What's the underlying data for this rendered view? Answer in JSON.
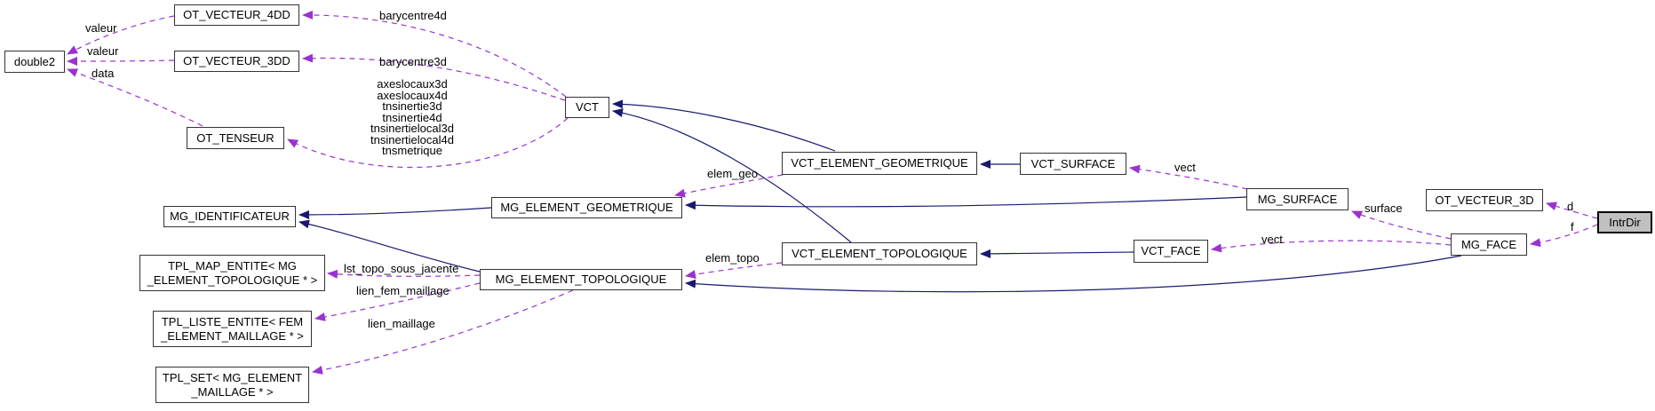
{
  "diagram_type": "collaboration-graph",
  "colors": {
    "inheritance_arrow": "#191970",
    "usage_arrow": "#9a32cd",
    "node_border": "#333333",
    "node_background": "#ffffff",
    "focus_node_background": "#c0c0c0",
    "label_text": "#000000"
  },
  "nodes": {
    "double2": {
      "label": "double2"
    },
    "ot_vecteur_4dd": {
      "label": "OT_VECTEUR_4DD"
    },
    "ot_vecteur_3dd": {
      "label": "OT_VECTEUR_3DD"
    },
    "ot_tenseur": {
      "label": "OT_TENSEUR"
    },
    "vct": {
      "label": "VCT"
    },
    "vct_element_geometrique": {
      "label": "VCT_ELEMENT_GEOMETRIQUE"
    },
    "vct_surface": {
      "label": "VCT_SURFACE"
    },
    "mg_surface": {
      "label": "MG_SURFACE"
    },
    "ot_vecteur_3d": {
      "label": "OT_VECTEUR_3D"
    },
    "intrdir": {
      "label": "IntrDir"
    },
    "vct_element_topologique": {
      "label": "VCT_ELEMENT_TOPOLOGIQUE"
    },
    "vct_face": {
      "label": "VCT_FACE"
    },
    "mg_face": {
      "label": "MG_FACE"
    },
    "mg_identificateur": {
      "label": "MG_IDENTIFICATEUR"
    },
    "mg_element_geometrique": {
      "label": "MG_ELEMENT_GEOMETRIQUE"
    },
    "mg_element_topologique": {
      "label": "MG_ELEMENT_TOPOLOGIQUE"
    },
    "tpl_map_entite": {
      "line1": "TPL_MAP_ENTITE< MG",
      "line2": "_ELEMENT_TOPOLOGIQUE * >"
    },
    "tpl_liste_entite": {
      "line1": "TPL_LISTE_ENTITE< FEM",
      "line2": "_ELEMENT_MAILLAGE * >"
    },
    "tpl_set": {
      "line1": "TPL_SET< MG_ELEMENT",
      "line2": "_MAILLAGE * >"
    }
  },
  "edge_labels": {
    "valeur_4dd": "valeur",
    "valeur_3dd": "valeur",
    "data": "data",
    "barycentre4d": "barycentre4d",
    "barycentre3d": "barycentre3d",
    "vct_tenseur_lines": [
      "axeslocaux3d",
      "axeslocaux4d",
      "tnsinertie3d",
      "tnsinertie4d",
      "tnsinertielocal3d",
      "tnsinertielocal4d",
      "tnsmetrique"
    ],
    "elem_geo": "elem_geo",
    "vect_surface": "vect",
    "surface": "surface",
    "d": "d",
    "f": "f",
    "elem_topo": "elem_topo",
    "vect_face": "vect",
    "lst_topo_sous_jacente": "lst_topo_sous_jacente",
    "lien_fem_maillage": "lien_fem_maillage",
    "lien_maillage": "lien_maillage"
  }
}
